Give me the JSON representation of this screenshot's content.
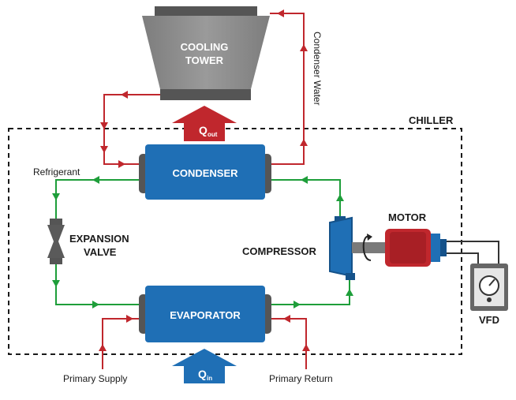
{
  "colors": {
    "water_line": "#c0272d",
    "refrigerant_line": "#1e9e3a",
    "component_blue": "#1f6fb5",
    "component_blue_dark": "#15528a",
    "motor_red": "#c0272d",
    "heat_arrow_red": "#c0272d",
    "heat_arrow_blue": "#1f6fb5",
    "tower_gray": "#8c8c8c",
    "tower_dark": "#555555",
    "boundary": "#1a1a1a"
  },
  "labels": {
    "cooling_tower_line1": "COOLING",
    "cooling_tower_line2": "TOWER",
    "condenser_water": "Condenser Water",
    "chiller": "CHILLER",
    "q_out_main": "Q",
    "q_out_sub": "out",
    "q_in_main": "Q",
    "q_in_sub": "in",
    "refrigerant": "Refrigerant",
    "condenser": "CONDENSER",
    "expansion_line1": "EXPANSION",
    "expansion_line2": "VALVE",
    "compressor": "COMPRESSOR",
    "motor": "MOTOR",
    "evaporator": "EVAPORATOR",
    "vfd": "VFD",
    "primary_supply": "Primary Supply",
    "primary_return": "Primary Return"
  },
  "icons": {
    "expansion_valve": "expansion-valve-icon",
    "compressor": "compressor-icon",
    "motor": "motor-icon",
    "vfd": "vfd-gauge-icon",
    "rotation": "rotation-arrow-icon"
  }
}
